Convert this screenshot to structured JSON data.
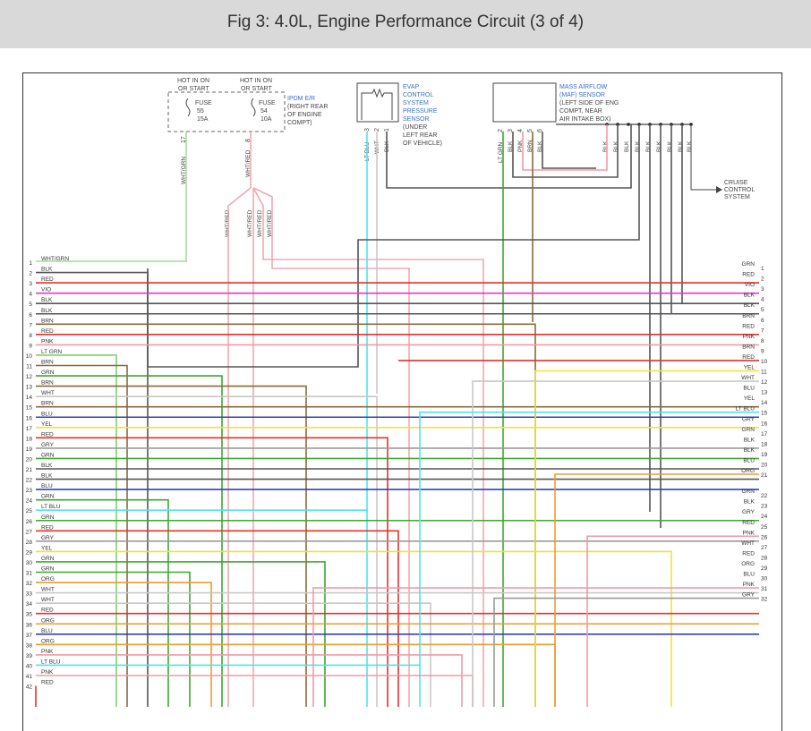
{
  "title": "Fig 3: 4.0L, Engine Performance Circuit (3 of 4)",
  "colors": {
    "BLK": "#555555",
    "RED": "#e8302a",
    "VIO": "#e236d8",
    "BRN": "#8a6a3a",
    "PNK": "#f29aa6",
    "LT GRN": "#7fd06a",
    "GRN": "#3aaa2e",
    "WHT": "#c8c8c8",
    "BLU": "#3340b8",
    "YEL": "#f0e23a",
    "GRY": "#9a9a9a",
    "LT BLU": "#4ee4ee",
    "ORG": "#f09a32",
    "WHT/GRN": "#a8d8a0",
    "WHT/RED": "#f0a8b0"
  },
  "ipdm": {
    "hot1": [
      "HOT IN ON",
      "OR START"
    ],
    "hot2": [
      "HOT IN ON",
      "OR START"
    ],
    "fuse55": [
      "FUSE",
      "55",
      "15A"
    ],
    "fuse54": [
      "FUSE",
      "54",
      "10A"
    ],
    "name": [
      "IPDM E/R",
      "(RIGHT REAR",
      "OF ENGINE",
      "COMPT)"
    ],
    "pin17": "17",
    "pin8": "8",
    "wire17": "WHT/GRN",
    "wire8": "WHT/RED",
    "branch": [
      "WHT/RED",
      "WHT/RED",
      "WHT/RED",
      "WHT/RED"
    ]
  },
  "evap": {
    "name": [
      "EVAP",
      "CONTROL",
      "SYSTEM",
      "PRESSURE",
      "SENSOR"
    ],
    "loc": [
      "(UNDER",
      "LEFT REAR",
      "OF VEHICLE)"
    ],
    "pins": [
      "3",
      "2",
      "1"
    ],
    "wires": [
      "LT BLU",
      "WHT",
      "BLK"
    ]
  },
  "maf": {
    "name": [
      "MASS AIRFLOW",
      "(MAF) SENSOR"
    ],
    "loc": [
      "(LEFT SIDE OF ENG",
      "COMPT, NEAR",
      "AIR INTAKE BOX)"
    ],
    "pins": [
      "2",
      "3",
      "4",
      "5",
      "6"
    ],
    "wires": [
      "LT GRN",
      "BLK",
      "PNK",
      "BRN",
      "BLK"
    ],
    "ground_wires": [
      "BLK",
      "BLK",
      "BLK",
      "BLK",
      "BLK",
      "BLK",
      "BLK",
      "BLK",
      "BLK"
    ]
  },
  "cruise": [
    "CRUISE",
    "CONTROL",
    "SYSTEM"
  ],
  "left_rows": [
    {
      "n": "1",
      "c": "WHT/GRN"
    },
    {
      "n": "2",
      "c": "BLK"
    },
    {
      "n": "3",
      "c": "RED"
    },
    {
      "n": "4",
      "c": "VIO"
    },
    {
      "n": "5",
      "c": "BLK"
    },
    {
      "n": "6",
      "c": "BLK"
    },
    {
      "n": "7",
      "c": "BRN"
    },
    {
      "n": "8",
      "c": "RED"
    },
    {
      "n": "9",
      "c": "PNK"
    },
    {
      "n": "10",
      "c": "LT GRN"
    },
    {
      "n": "11",
      "c": "BRN"
    },
    {
      "n": "12",
      "c": "GRN"
    },
    {
      "n": "13",
      "c": "BRN"
    },
    {
      "n": "14",
      "c": "WHT"
    },
    {
      "n": "15",
      "c": "BRN"
    },
    {
      "n": "16",
      "c": "BLU"
    },
    {
      "n": "17",
      "c": "YEL"
    },
    {
      "n": "18",
      "c": "RED"
    },
    {
      "n": "19",
      "c": "GRY"
    },
    {
      "n": "20",
      "c": "GRN"
    },
    {
      "n": "21",
      "c": "BLK"
    },
    {
      "n": "22",
      "c": "BLK"
    },
    {
      "n": "23",
      "c": "BLU"
    },
    {
      "n": "24",
      "c": "GRN"
    },
    {
      "n": "25",
      "c": "LT BLU"
    },
    {
      "n": "26",
      "c": "GRN"
    },
    {
      "n": "27",
      "c": "RED"
    },
    {
      "n": "28",
      "c": "GRY"
    },
    {
      "n": "29",
      "c": "YEL"
    },
    {
      "n": "30",
      "c": "GRN"
    },
    {
      "n": "31",
      "c": "GRN"
    },
    {
      "n": "32",
      "c": "ORG"
    },
    {
      "n": "33",
      "c": "WHT"
    },
    {
      "n": "34",
      "c": "WHT"
    },
    {
      "n": "35",
      "c": "RED"
    },
    {
      "n": "36",
      "c": "ORG"
    },
    {
      "n": "37",
      "c": "BLU"
    },
    {
      "n": "38",
      "c": "ORG"
    },
    {
      "n": "39",
      "c": "PNK"
    },
    {
      "n": "40",
      "c": "LT BLU"
    },
    {
      "n": "41",
      "c": "PNK"
    },
    {
      "n": "42",
      "c": "RED"
    }
  ],
  "right_rows": [
    {
      "n": "1",
      "c": "GRN"
    },
    {
      "n": "2",
      "c": "RED"
    },
    {
      "n": "3",
      "c": "VIO"
    },
    {
      "n": "4",
      "c": "BLK"
    },
    {
      "n": "5",
      "c": "BLK"
    },
    {
      "n": "6",
      "c": "BRN"
    },
    {
      "n": "7",
      "c": "RED"
    },
    {
      "n": "8",
      "c": "PNK"
    },
    {
      "n": "9",
      "c": "BRN"
    },
    {
      "n": "10",
      "c": "RED"
    },
    {
      "n": "11",
      "c": "YEL"
    },
    {
      "n": "12",
      "c": "WHT"
    },
    {
      "n": "13",
      "c": "BLU"
    },
    {
      "n": "14",
      "c": "YEL"
    },
    {
      "n": "15",
      "c": "LT BLU"
    },
    {
      "n": "16",
      "c": "GRY"
    },
    {
      "n": "17",
      "c": "GRN"
    },
    {
      "n": "18",
      "c": "BLK"
    },
    {
      "n": "19",
      "c": "BLK"
    },
    {
      "n": "20",
      "c": "BLU"
    },
    {
      "n": "21",
      "c": "ORG"
    },
    {
      "n": "22",
      "c": "GRN"
    },
    {
      "n": "23",
      "c": "BLK"
    },
    {
      "n": "24",
      "c": "GRY"
    },
    {
      "n": "25",
      "c": "RED"
    },
    {
      "n": "26",
      "c": "PNK"
    },
    {
      "n": "27",
      "c": "WHT"
    },
    {
      "n": "28",
      "c": "RED"
    },
    {
      "n": "29",
      "c": "ORG"
    },
    {
      "n": "30",
      "c": "BLU"
    },
    {
      "n": "31",
      "c": "PNK"
    },
    {
      "n": "32",
      "c": "GRY"
    }
  ]
}
